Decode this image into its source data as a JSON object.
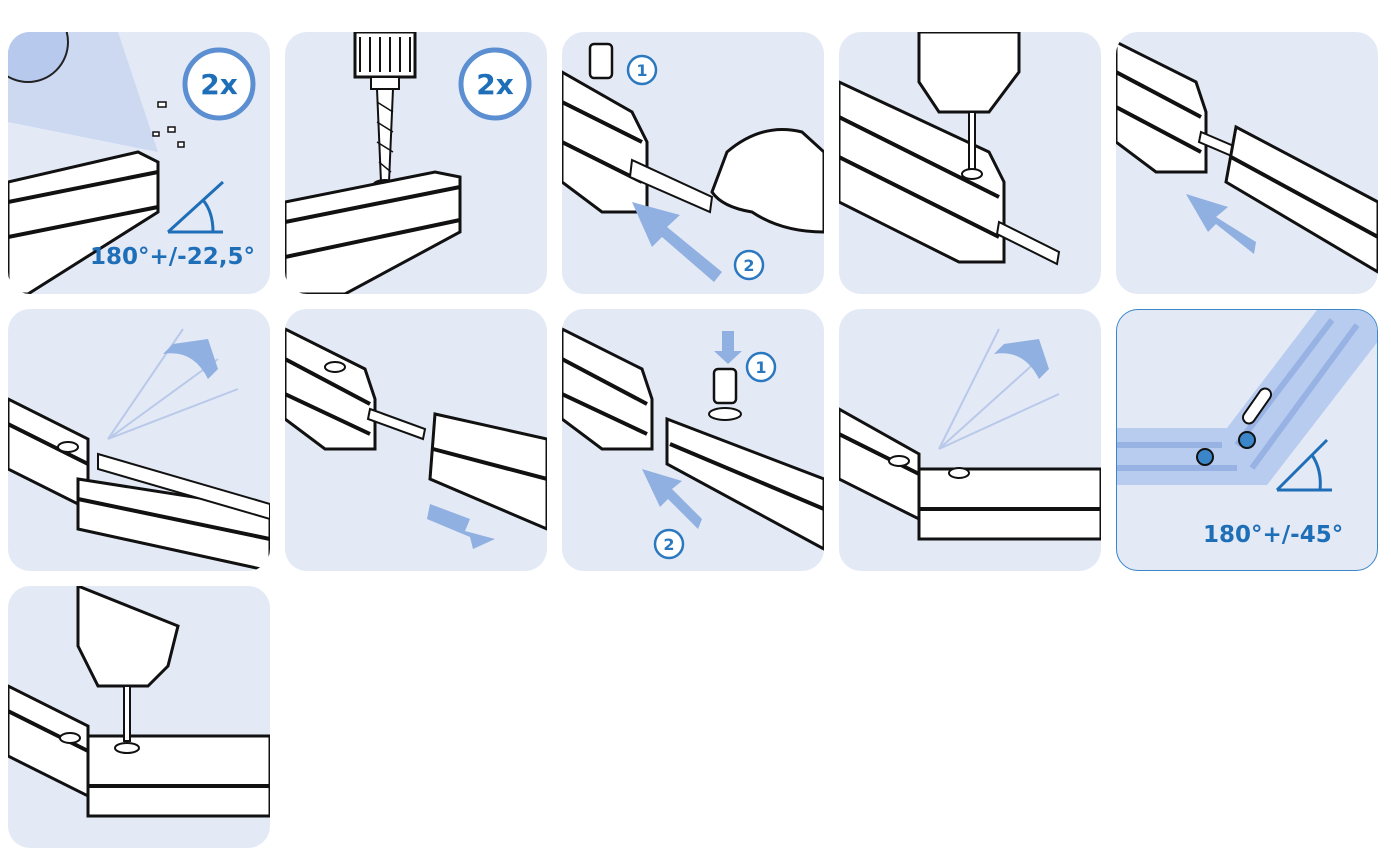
{
  "steps": [
    {
      "badge": "2x",
      "angle_label": "180°+/-22,5°"
    },
    {
      "badge": "2x"
    },
    {
      "markers": [
        "1",
        "2"
      ]
    },
    {},
    {},
    {},
    {},
    {
      "markers": [
        "1",
        "2"
      ]
    },
    {},
    {
      "angle_label": "180°+/-45°"
    },
    {}
  ],
  "colors": {
    "panel_bg": "#e4e9f6",
    "accent_blue": "#1f6fb8",
    "arrow_blue": "#8fb0e0",
    "profile_dark": "#111111",
    "highlight_border": "#3a86c8"
  }
}
